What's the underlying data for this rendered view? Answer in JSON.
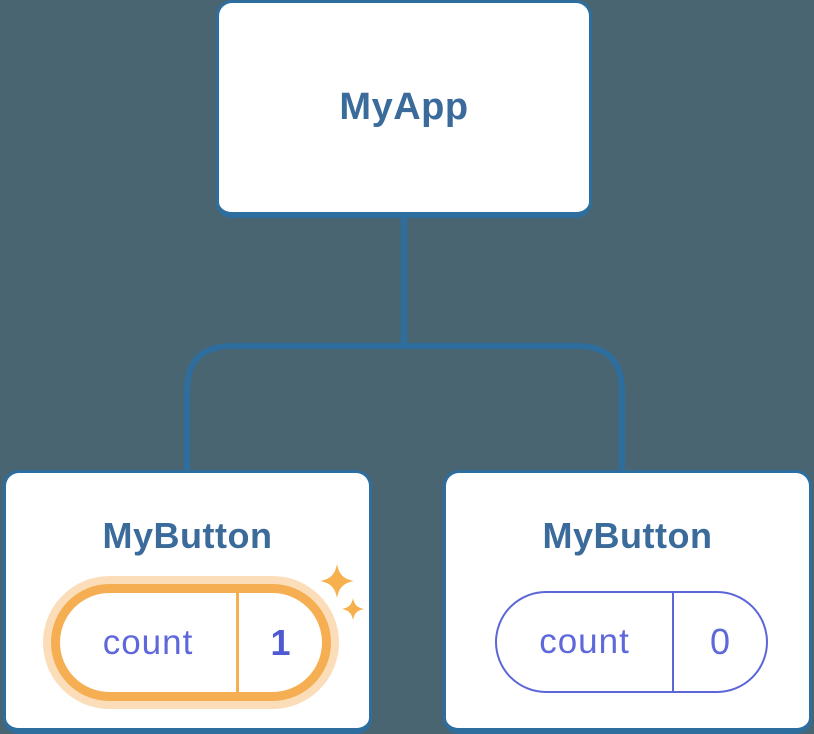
{
  "diagram": {
    "description": "Component tree diagram: MyApp parent with two independent MyButton children holding isolated count state",
    "root": {
      "title": "MyApp"
    },
    "children": [
      {
        "title": "MyButton",
        "state": {
          "label": "count",
          "value": "1"
        },
        "highlighted": true,
        "highlight_icon": "sparkle-icon"
      },
      {
        "title": "MyButton",
        "state": {
          "label": "count",
          "value": "0"
        },
        "highlighted": false
      }
    ],
    "colors": {
      "background": "#4a6572",
      "card_fill": "#ffffff",
      "card_border": "#2e6e9e",
      "connector_line": "#2e6e9e",
      "title_text": "#3a6b9b",
      "state_text": "#5e68da",
      "state_value_bold": "#4e59d2",
      "highlight_orange": "#f5ae51",
      "highlight_halo": "#fbdcab",
      "sparkle": "#f6b04e"
    }
  }
}
